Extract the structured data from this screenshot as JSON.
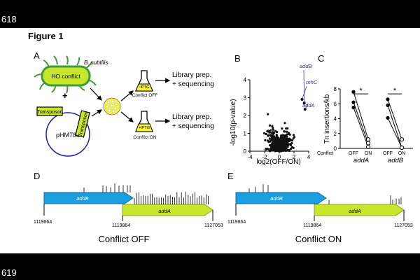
{
  "line_numbers": {
    "top": "618",
    "bottom": "619"
  },
  "figure_title": "Figure 1",
  "panel_labels": {
    "a": "A",
    "b": "B",
    "c": "C",
    "d": "D",
    "e": "E"
  },
  "panel_a": {
    "organism": "B. subtilis",
    "ho_conflict": "HO conflict",
    "plus": "+",
    "transposon_1": "Transposon",
    "transposon_2": "Transposon",
    "plasmid": "pHM785",
    "flask_off_label": "-IPTG",
    "flask_on_label": "+IPTG",
    "conflict_off": "Conflict OFF",
    "conflict_on": "Conflict ON",
    "library_line1": "Library prep.",
    "library_line2": "+ sequencing"
  },
  "colors": {
    "addB": "#1a9ee0",
    "addA": "#c8e62b",
    "bacteria": "#3f9a3a",
    "label_blue": "#2b2b9e"
  },
  "volcano": {
    "ylabel": "-log10(p-value)",
    "xlabel": "log2(OFF/ON)",
    "labels": [
      "addB",
      "rnhC",
      "addA"
    ]
  },
  "chart_data": [
    {
      "type": "scatter",
      "xlabel": "log2(OFF/ON)",
      "ylabel": "-log10(p-value)",
      "xlim": [
        -4,
        4
      ],
      "ylim": [
        0,
        4
      ],
      "x_ticks": [
        "-4",
        "-2",
        "0",
        "2",
        "4"
      ],
      "y_ticks": [
        "0",
        "1",
        "2",
        "3",
        "4"
      ],
      "grid": false,
      "highlighted": [
        {
          "name": "addB",
          "x": 3.4,
          "y": 2.7
        },
        {
          "name": "rnhC",
          "x": 3.1,
          "y": 2.9
        },
        {
          "name": "addA",
          "x": 3.5,
          "y": 2.35
        }
      ]
    },
    {
      "type": "line",
      "ylabel": "Tn insertions/kb",
      "ylim": [
        0,
        8
      ],
      "y_ticks": [
        "0",
        "2",
        "4",
        "6",
        "8"
      ],
      "x_prefix": "Conflict",
      "groups": [
        {
          "gene": "addA",
          "conditions": [
            "OFF",
            "ON"
          ],
          "pairs": [
            [
              7.6,
              1.2
            ],
            [
              6.2,
              0.7
            ],
            [
              5.5,
              0.2
            ]
          ],
          "significance": "*"
        },
        {
          "gene": "addB",
          "conditions": [
            "OFF",
            "ON"
          ],
          "pairs": [
            [
              6.6,
              1.2
            ],
            [
              5.8,
              0.1
            ],
            [
              4.1,
              0.1
            ]
          ],
          "significance": "*"
        }
      ]
    }
  ],
  "tracks": {
    "addB": "addB",
    "addA": "addA",
    "d_coords": {
      "left": "1119864",
      "mid": "1119864",
      "right": "1127053"
    },
    "e_coords": {
      "left": "1119864",
      "mid": "1119864",
      "right": "1127053"
    },
    "d_caption": "Conflict OFF",
    "e_caption": "Conflict ON"
  }
}
